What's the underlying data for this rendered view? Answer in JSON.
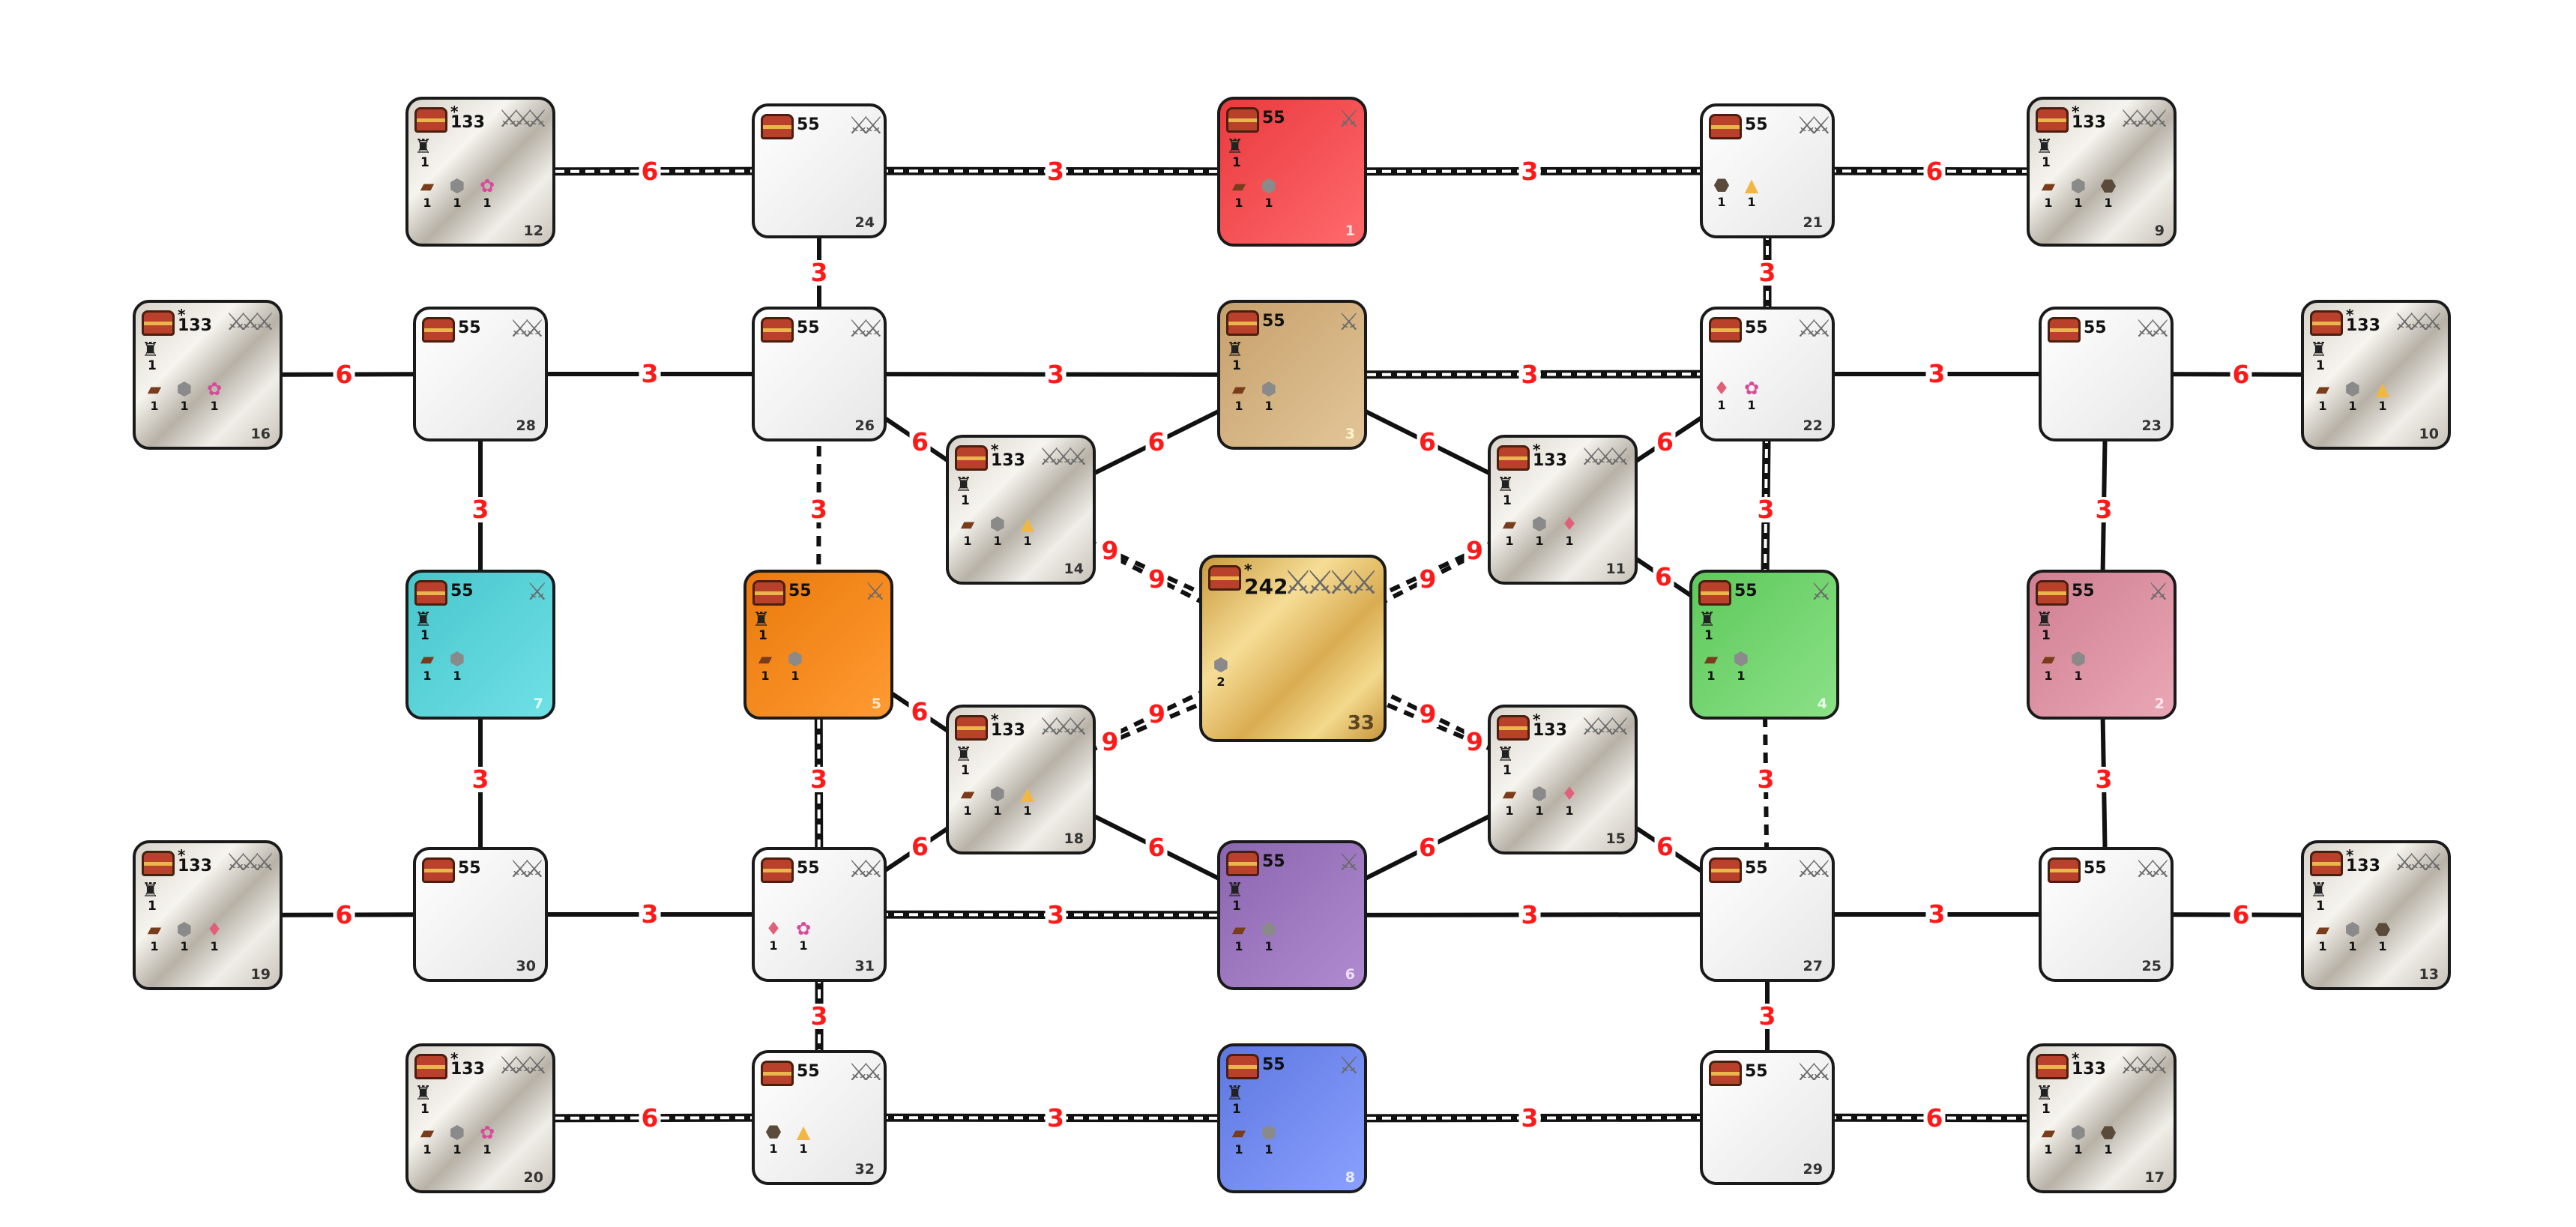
{
  "colors": {
    "edge_label": "#ff1a1a",
    "red": "#ea3a3e",
    "sand": "#c7a06c",
    "teal": "#47c6cc",
    "orange": "#ea7a0c",
    "green": "#5ec95a",
    "pink": "#cf7f92",
    "purple": "#8b66b0",
    "blue": "#5e78e0",
    "gold": "#e6c070",
    "silver": "#d8d4cc",
    "plain": "#f2f2f2"
  },
  "icons": {
    "chest": "treasure-chest-icon",
    "castle": "castle-icon",
    "sword": "sword-icon",
    "ingot": "ingot-icon",
    "ore": "ore-icon",
    "flower": "flower-icon",
    "crystal": "crystal-icon",
    "sand": "sand-pile-icon",
    "pot": "pot-icon"
  },
  "nodes": [
    {
      "id": "12",
      "gold": "133",
      "star": true,
      "swords": 3,
      "color": "silver",
      "castle": "1",
      "resources": [
        {
          "icon": "ingot",
          "value": "1"
        },
        {
          "icon": "ore",
          "value": "1"
        },
        {
          "icon": "flower",
          "value": "1"
        }
      ]
    },
    {
      "id": "24",
      "gold": "55",
      "star": false,
      "swords": 2,
      "color": "plain",
      "resources": []
    },
    {
      "id": "1",
      "gold": "55",
      "star": false,
      "swords": 1,
      "color": "red",
      "castle": "1",
      "resources": [
        {
          "icon": "ingot",
          "value": "1"
        },
        {
          "icon": "ore",
          "value": "1"
        }
      ]
    },
    {
      "id": "21",
      "gold": "55",
      "star": false,
      "swords": 2,
      "color": "plain",
      "resources": [
        {
          "icon": "pot",
          "value": "1"
        },
        {
          "icon": "sand",
          "value": "1"
        }
      ]
    },
    {
      "id": "9",
      "gold": "133",
      "star": true,
      "swords": 3,
      "color": "silver",
      "castle": "1",
      "resources": [
        {
          "icon": "ingot",
          "value": "1"
        },
        {
          "icon": "ore",
          "value": "1"
        },
        {
          "icon": "pot",
          "value": "1"
        }
      ]
    },
    {
      "id": "16",
      "gold": "133",
      "star": true,
      "swords": 3,
      "color": "silver",
      "castle": "1",
      "resources": [
        {
          "icon": "ingot",
          "value": "1"
        },
        {
          "icon": "ore",
          "value": "1"
        },
        {
          "icon": "flower",
          "value": "1"
        }
      ]
    },
    {
      "id": "28",
      "gold": "55",
      "star": false,
      "swords": 2,
      "color": "plain",
      "resources": []
    },
    {
      "id": "26",
      "gold": "55",
      "star": false,
      "swords": 2,
      "color": "plain",
      "resources": []
    },
    {
      "id": "3",
      "gold": "55",
      "star": false,
      "swords": 1,
      "color": "sand",
      "castle": "1",
      "resources": [
        {
          "icon": "ingot",
          "value": "1"
        },
        {
          "icon": "ore",
          "value": "1"
        }
      ]
    },
    {
      "id": "22",
      "gold": "55",
      "star": false,
      "swords": 2,
      "color": "plain",
      "resources": [
        {
          "icon": "crystal",
          "value": "1"
        },
        {
          "icon": "flower",
          "value": "1"
        }
      ]
    },
    {
      "id": "23",
      "gold": "55",
      "star": false,
      "swords": 2,
      "color": "plain",
      "resources": []
    },
    {
      "id": "10",
      "gold": "133",
      "star": true,
      "swords": 3,
      "color": "silver",
      "castle": "1",
      "resources": [
        {
          "icon": "ingot",
          "value": "1"
        },
        {
          "icon": "ore",
          "value": "1"
        },
        {
          "icon": "sand",
          "value": "1"
        }
      ]
    },
    {
      "id": "14",
      "gold": "133",
      "star": true,
      "swords": 3,
      "color": "silver",
      "castle": "1",
      "resources": [
        {
          "icon": "ingot",
          "value": "1"
        },
        {
          "icon": "ore",
          "value": "1"
        },
        {
          "icon": "sand",
          "value": "1"
        }
      ]
    },
    {
      "id": "11",
      "gold": "133",
      "star": true,
      "swords": 3,
      "color": "silver",
      "castle": "1",
      "resources": [
        {
          "icon": "ingot",
          "value": "1"
        },
        {
          "icon": "ore",
          "value": "1"
        },
        {
          "icon": "crystal",
          "value": "1"
        }
      ]
    },
    {
      "id": "7",
      "gold": "55",
      "star": false,
      "swords": 1,
      "color": "teal",
      "castle": "1",
      "resources": [
        {
          "icon": "ingot",
          "value": "1"
        },
        {
          "icon": "ore",
          "value": "1"
        }
      ]
    },
    {
      "id": "5",
      "gold": "55",
      "star": false,
      "swords": 1,
      "color": "orange",
      "castle": "1",
      "resources": [
        {
          "icon": "ingot",
          "value": "1"
        },
        {
          "icon": "ore",
          "value": "1"
        }
      ]
    },
    {
      "id": "33",
      "gold": "242",
      "star": true,
      "swords": 4,
      "color": "gold",
      "resources": [
        {
          "icon": "ore",
          "value": "2"
        }
      ]
    },
    {
      "id": "4",
      "gold": "55",
      "star": false,
      "swords": 1,
      "color": "green",
      "castle": "1",
      "resources": [
        {
          "icon": "ingot",
          "value": "1"
        },
        {
          "icon": "ore",
          "value": "1"
        }
      ]
    },
    {
      "id": "2",
      "gold": "55",
      "star": false,
      "swords": 1,
      "color": "pink",
      "castle": "1",
      "resources": [
        {
          "icon": "ingot",
          "value": "1"
        },
        {
          "icon": "ore",
          "value": "1"
        }
      ]
    },
    {
      "id": "18",
      "gold": "133",
      "star": true,
      "swords": 3,
      "color": "silver",
      "castle": "1",
      "resources": [
        {
          "icon": "ingot",
          "value": "1"
        },
        {
          "icon": "ore",
          "value": "1"
        },
        {
          "icon": "sand",
          "value": "1"
        }
      ]
    },
    {
      "id": "15",
      "gold": "133",
      "star": true,
      "swords": 3,
      "color": "silver",
      "castle": "1",
      "resources": [
        {
          "icon": "ingot",
          "value": "1"
        },
        {
          "icon": "ore",
          "value": "1"
        },
        {
          "icon": "crystal",
          "value": "1"
        }
      ]
    },
    {
      "id": "19",
      "gold": "133",
      "star": true,
      "swords": 3,
      "color": "silver",
      "castle": "1",
      "resources": [
        {
          "icon": "ingot",
          "value": "1"
        },
        {
          "icon": "ore",
          "value": "1"
        },
        {
          "icon": "crystal",
          "value": "1"
        }
      ]
    },
    {
      "id": "30",
      "gold": "55",
      "star": false,
      "swords": 2,
      "color": "plain",
      "resources": []
    },
    {
      "id": "31",
      "gold": "55",
      "star": false,
      "swords": 2,
      "color": "plain",
      "resources": [
        {
          "icon": "crystal",
          "value": "1"
        },
        {
          "icon": "flower",
          "value": "1"
        }
      ]
    },
    {
      "id": "6",
      "gold": "55",
      "star": false,
      "swords": 1,
      "color": "purple",
      "castle": "1",
      "resources": [
        {
          "icon": "ingot",
          "value": "1"
        },
        {
          "icon": "ore",
          "value": "1"
        }
      ]
    },
    {
      "id": "27",
      "gold": "55",
      "star": false,
      "swords": 2,
      "color": "plain",
      "resources": []
    },
    {
      "id": "25",
      "gold": "55",
      "star": false,
      "swords": 2,
      "color": "plain",
      "resources": []
    },
    {
      "id": "13",
      "gold": "133",
      "star": true,
      "swords": 3,
      "color": "silver",
      "castle": "1",
      "resources": [
        {
          "icon": "ingot",
          "value": "1"
        },
        {
          "icon": "ore",
          "value": "1"
        },
        {
          "icon": "pot",
          "value": "1"
        }
      ]
    },
    {
      "id": "20",
      "gold": "133",
      "star": true,
      "swords": 3,
      "color": "silver",
      "castle": "1",
      "resources": [
        {
          "icon": "ingot",
          "value": "1"
        },
        {
          "icon": "ore",
          "value": "1"
        },
        {
          "icon": "flower",
          "value": "1"
        }
      ]
    },
    {
      "id": "32",
      "gold": "55",
      "star": false,
      "swords": 2,
      "color": "plain",
      "resources": [
        {
          "icon": "pot",
          "value": "1"
        },
        {
          "icon": "sand",
          "value": "1"
        }
      ]
    },
    {
      "id": "8",
      "gold": "55",
      "star": false,
      "swords": 1,
      "color": "blue",
      "castle": "1",
      "resources": [
        {
          "icon": "ingot",
          "value": "1"
        },
        {
          "icon": "ore",
          "value": "1"
        }
      ]
    },
    {
      "id": "29",
      "gold": "55",
      "star": false,
      "swords": 2,
      "color": "plain",
      "resources": []
    },
    {
      "id": "17",
      "gold": "133",
      "star": true,
      "swords": 3,
      "color": "silver",
      "castle": "1",
      "resources": [
        {
          "icon": "ingot",
          "value": "1"
        },
        {
          "icon": "ore",
          "value": "1"
        },
        {
          "icon": "pot",
          "value": "1"
        }
      ]
    }
  ],
  "edges": [
    {
      "from": "12",
      "to": "24",
      "cost": "6",
      "style": "double"
    },
    {
      "from": "24",
      "to": "1",
      "cost": "3",
      "style": "double"
    },
    {
      "from": "1",
      "to": "21",
      "cost": "3",
      "style": "double"
    },
    {
      "from": "21",
      "to": "9",
      "cost": "6",
      "style": "double"
    },
    {
      "from": "24",
      "to": "26",
      "cost": "3",
      "style": "solid"
    },
    {
      "from": "21",
      "to": "22",
      "cost": "3",
      "style": "double"
    },
    {
      "from": "16",
      "to": "28",
      "cost": "6",
      "style": "solid"
    },
    {
      "from": "28",
      "to": "26",
      "cost": "3",
      "style": "solid"
    },
    {
      "from": "26",
      "to": "3",
      "cost": "3",
      "style": "solid"
    },
    {
      "from": "3",
      "to": "22",
      "cost": "3",
      "style": "double"
    },
    {
      "from": "22",
      "to": "23",
      "cost": "3",
      "style": "solid"
    },
    {
      "from": "23",
      "to": "10",
      "cost": "6",
      "style": "solid"
    },
    {
      "from": "28",
      "to": "7",
      "cost": "3",
      "style": "solid"
    },
    {
      "from": "26",
      "to": "5",
      "cost": "3",
      "style": "dashed"
    },
    {
      "from": "26",
      "to": "14",
      "cost": "6",
      "style": "solid"
    },
    {
      "from": "3",
      "to": "14",
      "cost": "6",
      "style": "solid"
    },
    {
      "from": "3",
      "to": "11",
      "cost": "6",
      "style": "solid"
    },
    {
      "from": "22",
      "to": "11",
      "cost": "6",
      "style": "solid"
    },
    {
      "from": "22",
      "to": "4",
      "cost": "3",
      "style": "double"
    },
    {
      "from": "23",
      "to": "2",
      "cost": "3",
      "style": "solid"
    },
    {
      "from": "14",
      "to": "33",
      "cost": "9",
      "style": "dashed"
    },
    {
      "from": "11",
      "to": "33",
      "cost": "9",
      "style": "dashed"
    },
    {
      "from": "18",
      "to": "33",
      "cost": "9",
      "style": "dashed"
    },
    {
      "from": "15",
      "to": "33",
      "cost": "9",
      "style": "dashed"
    },
    {
      "from": "14",
      "to": "18",
      "cost": "",
      "style": "none"
    },
    {
      "from": "11",
      "to": "4",
      "cost": "6",
      "style": "solid"
    },
    {
      "from": "14",
      "to": "33b",
      "cost": "9",
      "style": "dashed"
    },
    {
      "from": "11",
      "to": "33c",
      "cost": "9",
      "style": "dashed"
    },
    {
      "from": "5",
      "to": "18",
      "cost": "6",
      "style": "solid"
    },
    {
      "from": "18",
      "to": "33d",
      "cost": "9",
      "style": "dashed"
    },
    {
      "from": "15",
      "to": "33e",
      "cost": "9",
      "style": "dashed"
    },
    {
      "from": "7",
      "to": "30",
      "cost": "3",
      "style": "solid"
    },
    {
      "from": "5",
      "to": "31",
      "cost": "3",
      "style": "double"
    },
    {
      "from": "4",
      "to": "27",
      "cost": "3",
      "style": "dashed"
    },
    {
      "from": "2",
      "to": "25",
      "cost": "3",
      "style": "solid"
    },
    {
      "from": "18",
      "to": "31",
      "cost": "6",
      "style": "solid"
    },
    {
      "from": "18",
      "to": "6",
      "cost": "6",
      "style": "solid"
    },
    {
      "from": "15",
      "to": "6",
      "cost": "6",
      "style": "solid"
    },
    {
      "from": "15",
      "to": "27",
      "cost": "6",
      "style": "solid"
    },
    {
      "from": "19",
      "to": "30",
      "cost": "6",
      "style": "solid"
    },
    {
      "from": "30",
      "to": "31",
      "cost": "3",
      "style": "solid"
    },
    {
      "from": "31",
      "to": "6",
      "cost": "3",
      "style": "double"
    },
    {
      "from": "6",
      "to": "27",
      "cost": "3",
      "style": "solid"
    },
    {
      "from": "27",
      "to": "25",
      "cost": "3",
      "style": "solid"
    },
    {
      "from": "25",
      "to": "13",
      "cost": "6",
      "style": "solid"
    },
    {
      "from": "31",
      "to": "32",
      "cost": "3",
      "style": "double"
    },
    {
      "from": "27",
      "to": "29",
      "cost": "3",
      "style": "solid"
    },
    {
      "from": "20",
      "to": "32",
      "cost": "6",
      "style": "double"
    },
    {
      "from": "32",
      "to": "8",
      "cost": "3",
      "style": "double"
    },
    {
      "from": "8",
      "to": "29",
      "cost": "3",
      "style": "double"
    },
    {
      "from": "29",
      "to": "17",
      "cost": "6",
      "style": "double"
    }
  ]
}
